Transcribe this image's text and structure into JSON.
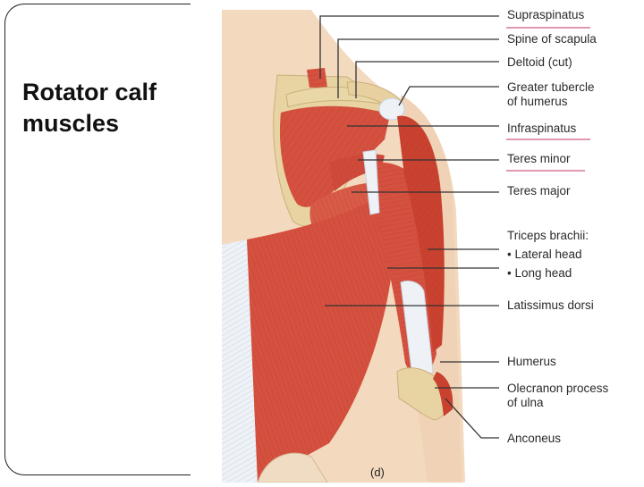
{
  "slide": {
    "title": "Rotator calf\nmuscles"
  },
  "figure": {
    "tag": "(d)",
    "labels": [
      {
        "text": "Supraspinatus"
      },
      {
        "text": "Spine of scapula"
      },
      {
        "text": "Deltoid (cut)"
      },
      {
        "text": "Greater tubercle\nof humerus"
      },
      {
        "text": "Infraspinatus"
      },
      {
        "text": "Teres minor"
      },
      {
        "text": "Teres major"
      },
      {
        "text": "Triceps brachii:\n• Lateral head\n• Long head"
      },
      {
        "text": "Latissimus dorsi"
      },
      {
        "text": "Humerus"
      },
      {
        "text": "Olecranon process\nof ulna"
      },
      {
        "text": "Anconeus"
      }
    ],
    "colors": {
      "muscle": "#d4503f",
      "muscle_light": "#e27a62",
      "skin": "#f3d9be",
      "tendon": "#eef2f7",
      "bone": "#e8d3a2",
      "underline": "#c0306a"
    }
  }
}
